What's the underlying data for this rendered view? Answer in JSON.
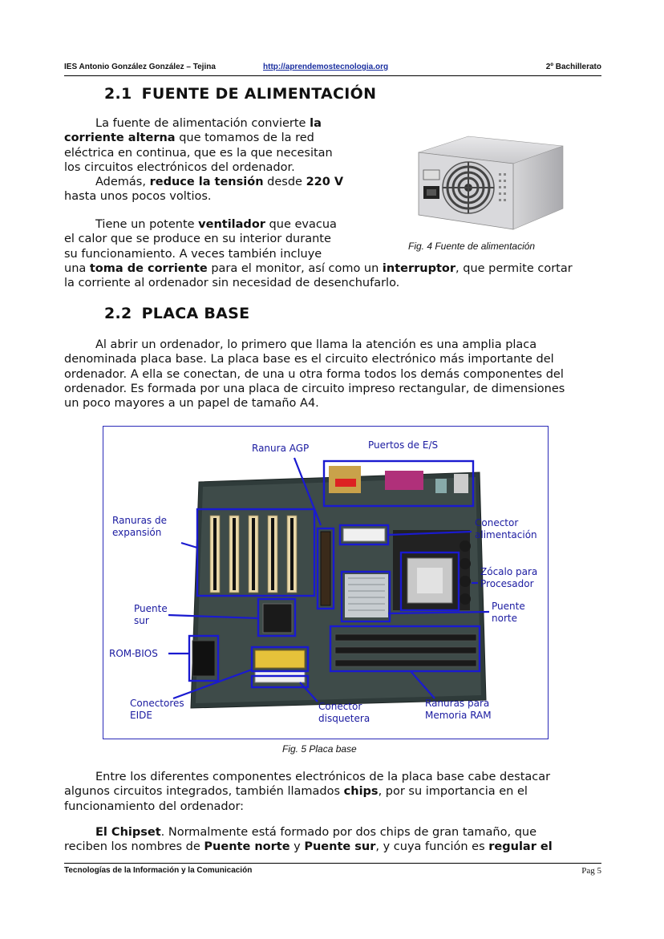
{
  "header": {
    "left": "IES Antonio González González – Tejina",
    "link": "http://aprendemostecnologia.org",
    "right": "2º Bachillerato"
  },
  "section_2_1": {
    "number": "2.1",
    "title": "FUENTE DE ALIMENTACIÓN",
    "p1_lines": [
      [
        "La fuente de alimentación convierte ",
        "la"
      ],
      [
        "corriente alterna",
        " que tomamos de la red"
      ],
      [
        "eléctrica en continua, que es la que necesitan"
      ],
      [
        "los circuitos electrónicos del ordenador."
      ],
      [
        "Además, ",
        "reduce la tensión",
        " desde ",
        "220 V"
      ],
      [
        "hasta unos pocos voltios."
      ]
    ],
    "p2_lines": [
      [
        "Tiene un potente ",
        "ventilador",
        " que evacua"
      ],
      [
        "el calor que se produce en su interior durante"
      ],
      [
        "su funcionamiento. A veces también incluye"
      ],
      [
        "una ",
        "toma de corriente",
        " para el monitor, así como un ",
        "interruptor",
        ", que permite cortar"
      ],
      [
        "la corriente al ordenador sin necesidad de desenchufarlo."
      ]
    ],
    "figure_caption": "Fig. 4 Fuente de alimentación"
  },
  "section_2_2": {
    "number": "2.2",
    "title": "PLACA BASE",
    "p1_lines": [
      "Al abrir un ordenador, lo primero que llama la atención es una amplia placa",
      "denominada placa base. La placa base es el circuito electrónico más importante del",
      "ordenador. A ella se conectan, de una u otra forma todos los demás componentes del",
      "ordenador. Es formada por una placa de circuito impreso rectangular, de dimensiones",
      "un poco mayores a un papel de tamaño A4."
    ],
    "figure_caption": "Fig. 5 Placa base",
    "figure_labels": {
      "agp": "Ranura AGP",
      "io": "Puertos de E/S",
      "expansion": [
        "Ranuras de",
        "expansión"
      ],
      "power": [
        "Conector",
        "alimentación"
      ],
      "socket": [
        "Zócalo para",
        "Procesador"
      ],
      "north": [
        "Puente",
        "norte"
      ],
      "south": [
        "Puente",
        "sur"
      ],
      "bios": "ROM-BIOS",
      "eide": [
        "Conectores",
        "EIDE"
      ],
      "floppy": [
        "Conector",
        "disquetera"
      ],
      "ram": [
        "Ranuras para",
        "Memoria RAM"
      ]
    },
    "p2_lines": [
      [
        "Entre los diferentes componentes electrónicos de la placa base cabe destacar"
      ],
      [
        "algunos circuitos integrados, también llamados ",
        "chips",
        ", por su importancia en el"
      ],
      [
        "funcionamiento del ordenador:"
      ]
    ],
    "p3_lines": [
      [
        "El Chipset",
        ". Normalmente está formado por dos chips de gran tamaño, que"
      ],
      [
        "reciben los nombres de ",
        "Puente norte",
        " y ",
        "Puente sur",
        ", y cuya función es ",
        "regular el"
      ]
    ]
  },
  "footer": {
    "left": "Tecnologías de la Información y la Comunicación",
    "page": "Pag 5"
  },
  "colors": {
    "link": "#1a2fa0",
    "figure_blue": "#1a1aa0"
  },
  "icons": {
    "psu": "power-supply-image",
    "motherboard": "motherboard-image"
  }
}
